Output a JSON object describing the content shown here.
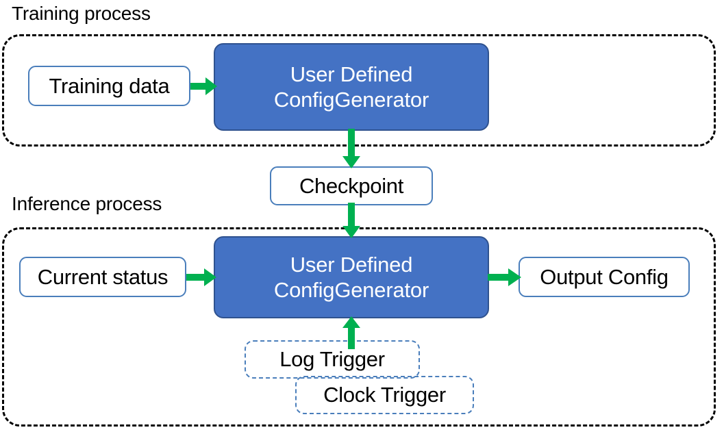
{
  "diagram": {
    "title_sections": {
      "training": "Training process",
      "inference": "Inference process"
    },
    "colors": {
      "process_fill": "#4472C4",
      "process_stroke": "#2F528F",
      "box_outline": "#4A7EBB",
      "arrow_green": "#00B050",
      "container_dash": "#000000",
      "text_dark": "#000000",
      "text_light": "#FFFFFF"
    },
    "nodes": {
      "training_data": {
        "label": "Training data"
      },
      "user_defined_config_generator_training": {
        "line1": "User Defined",
        "line2": "ConfigGenerator"
      },
      "checkpoint": {
        "label": "Checkpoint"
      },
      "current_status": {
        "label": "Current status"
      },
      "user_defined_config_generator_inference": {
        "line1": "User Defined",
        "line2": "ConfigGenerator"
      },
      "output_config": {
        "label": "Output Config"
      },
      "log_trigger": {
        "label": "Log Trigger"
      },
      "clock_trigger": {
        "label": "Clock Trigger"
      }
    },
    "edges": [
      {
        "name": "training-data-to-generator",
        "from": "Training data",
        "to": "User Defined ConfigGenerator",
        "direction": "right"
      },
      {
        "name": "generator-to-checkpoint",
        "from": "User Defined ConfigGenerator",
        "to": "Checkpoint",
        "direction": "down"
      },
      {
        "name": "checkpoint-to-generator",
        "from": "Checkpoint",
        "to": "User Defined ConfigGenerator",
        "direction": "down"
      },
      {
        "name": "current-status-to-generator",
        "from": "Current status",
        "to": "User Defined ConfigGenerator",
        "direction": "right"
      },
      {
        "name": "generator-to-output-config",
        "from": "User Defined ConfigGenerator",
        "to": "Output Config",
        "direction": "right"
      },
      {
        "name": "triggers-to-generator",
        "from": "Log Trigger / Clock Trigger",
        "to": "User Defined ConfigGenerator",
        "direction": "up"
      }
    ]
  }
}
